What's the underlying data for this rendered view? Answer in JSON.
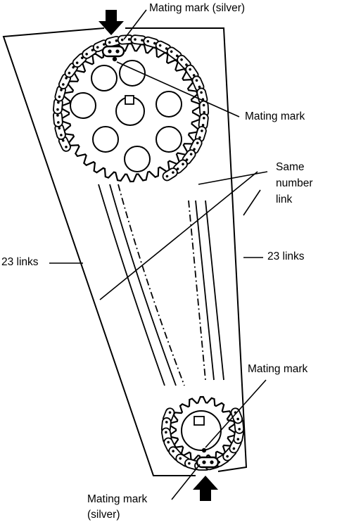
{
  "labels": {
    "top_mark": "Mating mark (silver)",
    "cam_mark": "Mating mark",
    "same_link_1": "Same",
    "same_link_2": "number",
    "same_link_3": "link",
    "links_left": "23 links",
    "links_right": "23 links",
    "crank_mark": "Mating mark",
    "bottom_mark_1": "Mating mark",
    "bottom_mark_2": "(silver)"
  },
  "chain": {
    "links_per_side": 23
  },
  "colors": {
    "ink": "#000000",
    "paper": "#ffffff"
  }
}
